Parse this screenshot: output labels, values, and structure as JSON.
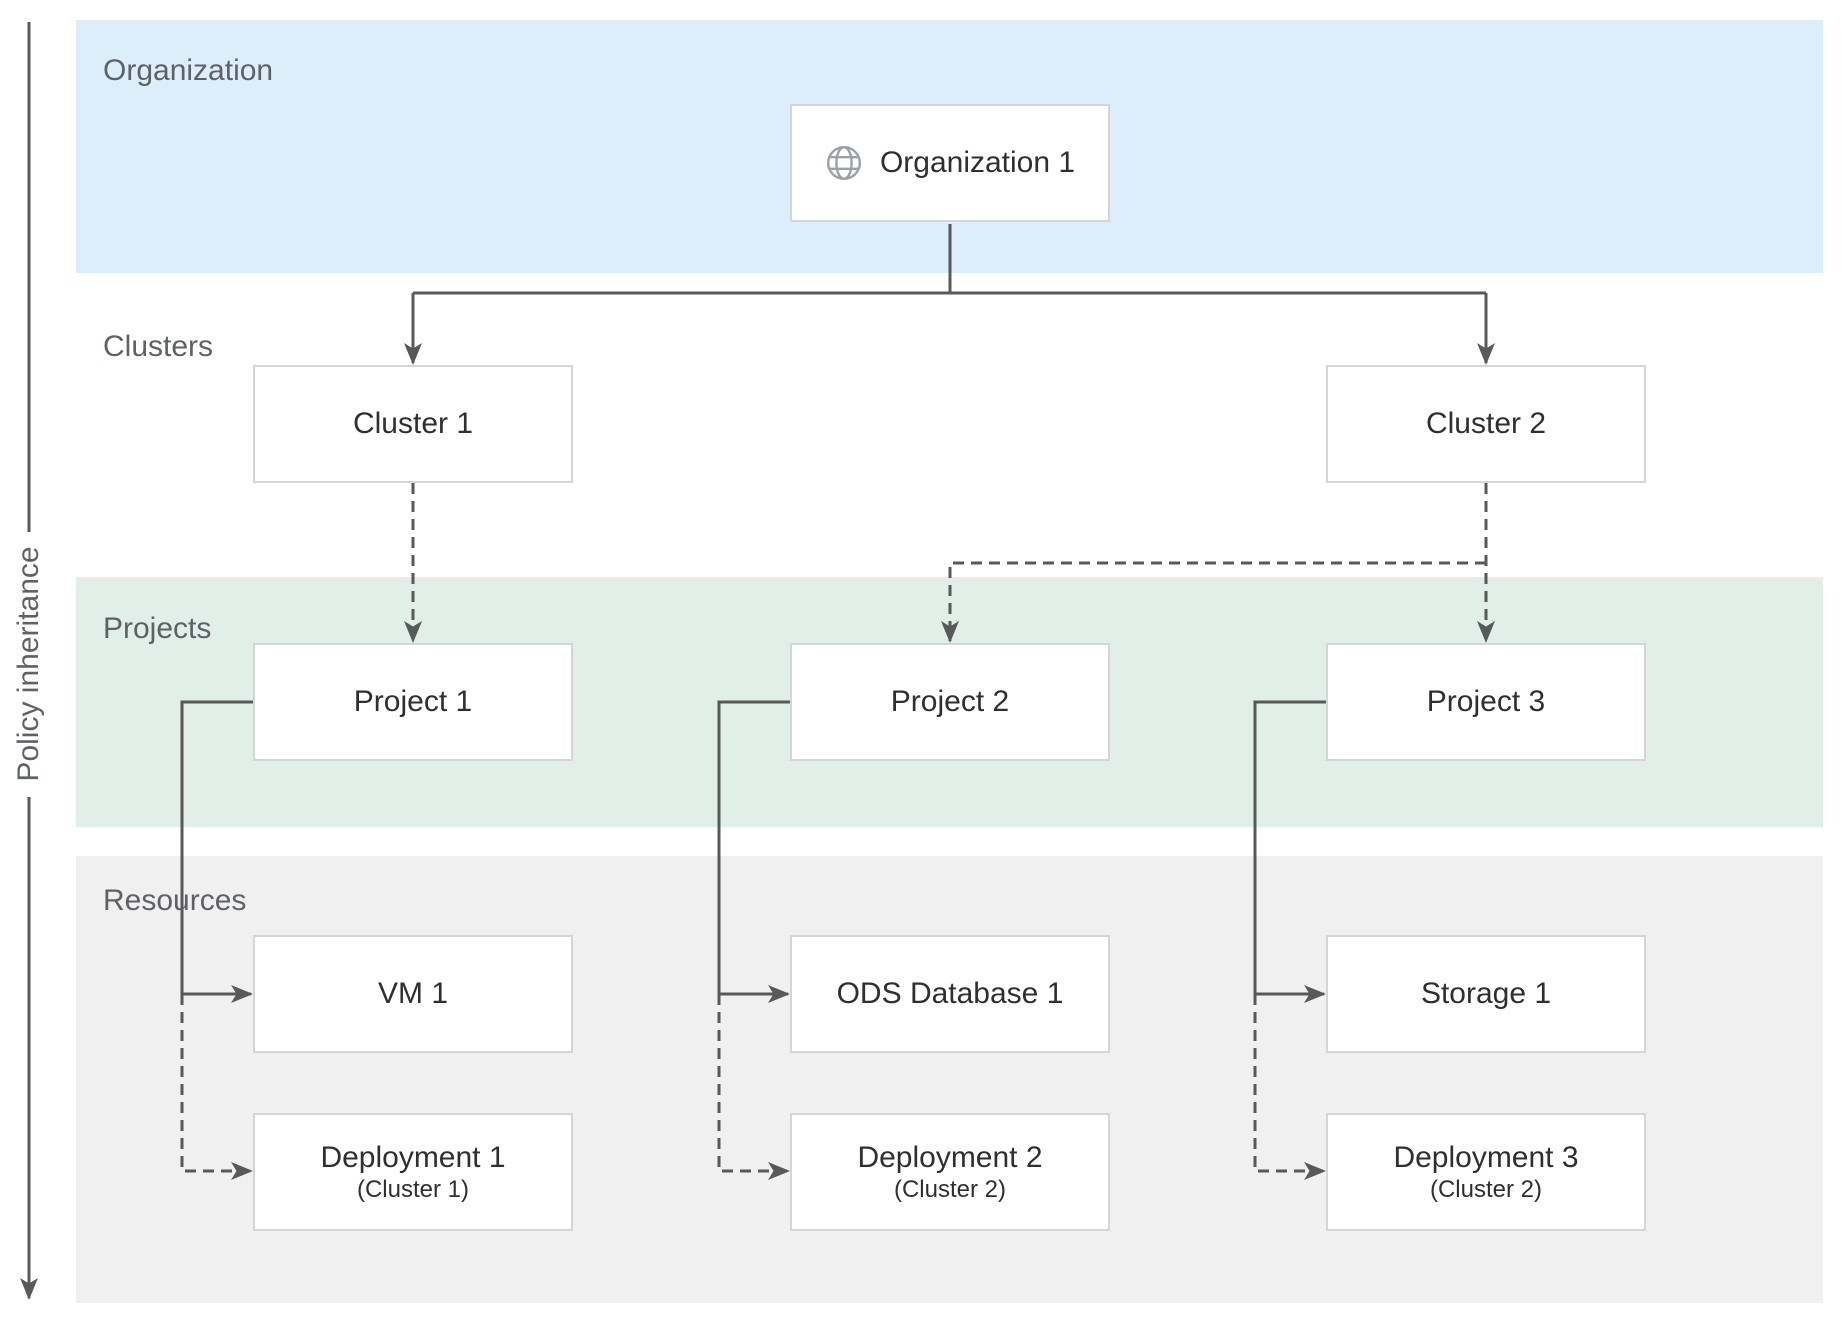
{
  "diagram": {
    "policy_axis_label": "Policy inheritance",
    "layers": {
      "organization": "Organization",
      "clusters": "Clusters",
      "projects": "Projects",
      "resources": "Resources"
    },
    "nodes": {
      "organization1": {
        "label": "Organization 1",
        "icon": "globe-icon"
      },
      "cluster1": {
        "label": "Cluster 1"
      },
      "cluster2": {
        "label": "Cluster 2"
      },
      "project1": {
        "label": "Project 1"
      },
      "project2": {
        "label": "Project 2"
      },
      "project3": {
        "label": "Project 3"
      },
      "vm1": {
        "label": "VM 1"
      },
      "ods_database1": {
        "label": "ODS Database 1"
      },
      "storage1": {
        "label": "Storage 1"
      },
      "deployment1": {
        "label": "Deployment 1",
        "sublabel": "(Cluster 1)"
      },
      "deployment2": {
        "label": "Deployment 2",
        "sublabel": "(Cluster 2)"
      },
      "deployment3": {
        "label": "Deployment 3",
        "sublabel": "(Cluster 2)"
      }
    },
    "colors": {
      "organization_band": "#dbeefa",
      "projects_band": "#e0efe7",
      "resources_band": "#f0f0f0",
      "connector": "#595959",
      "node_border": "#d5d5d5",
      "node_text": "#2f2f2f",
      "layer_label_text": "#5e6267",
      "globe_icon": "#9aa0a6"
    }
  }
}
